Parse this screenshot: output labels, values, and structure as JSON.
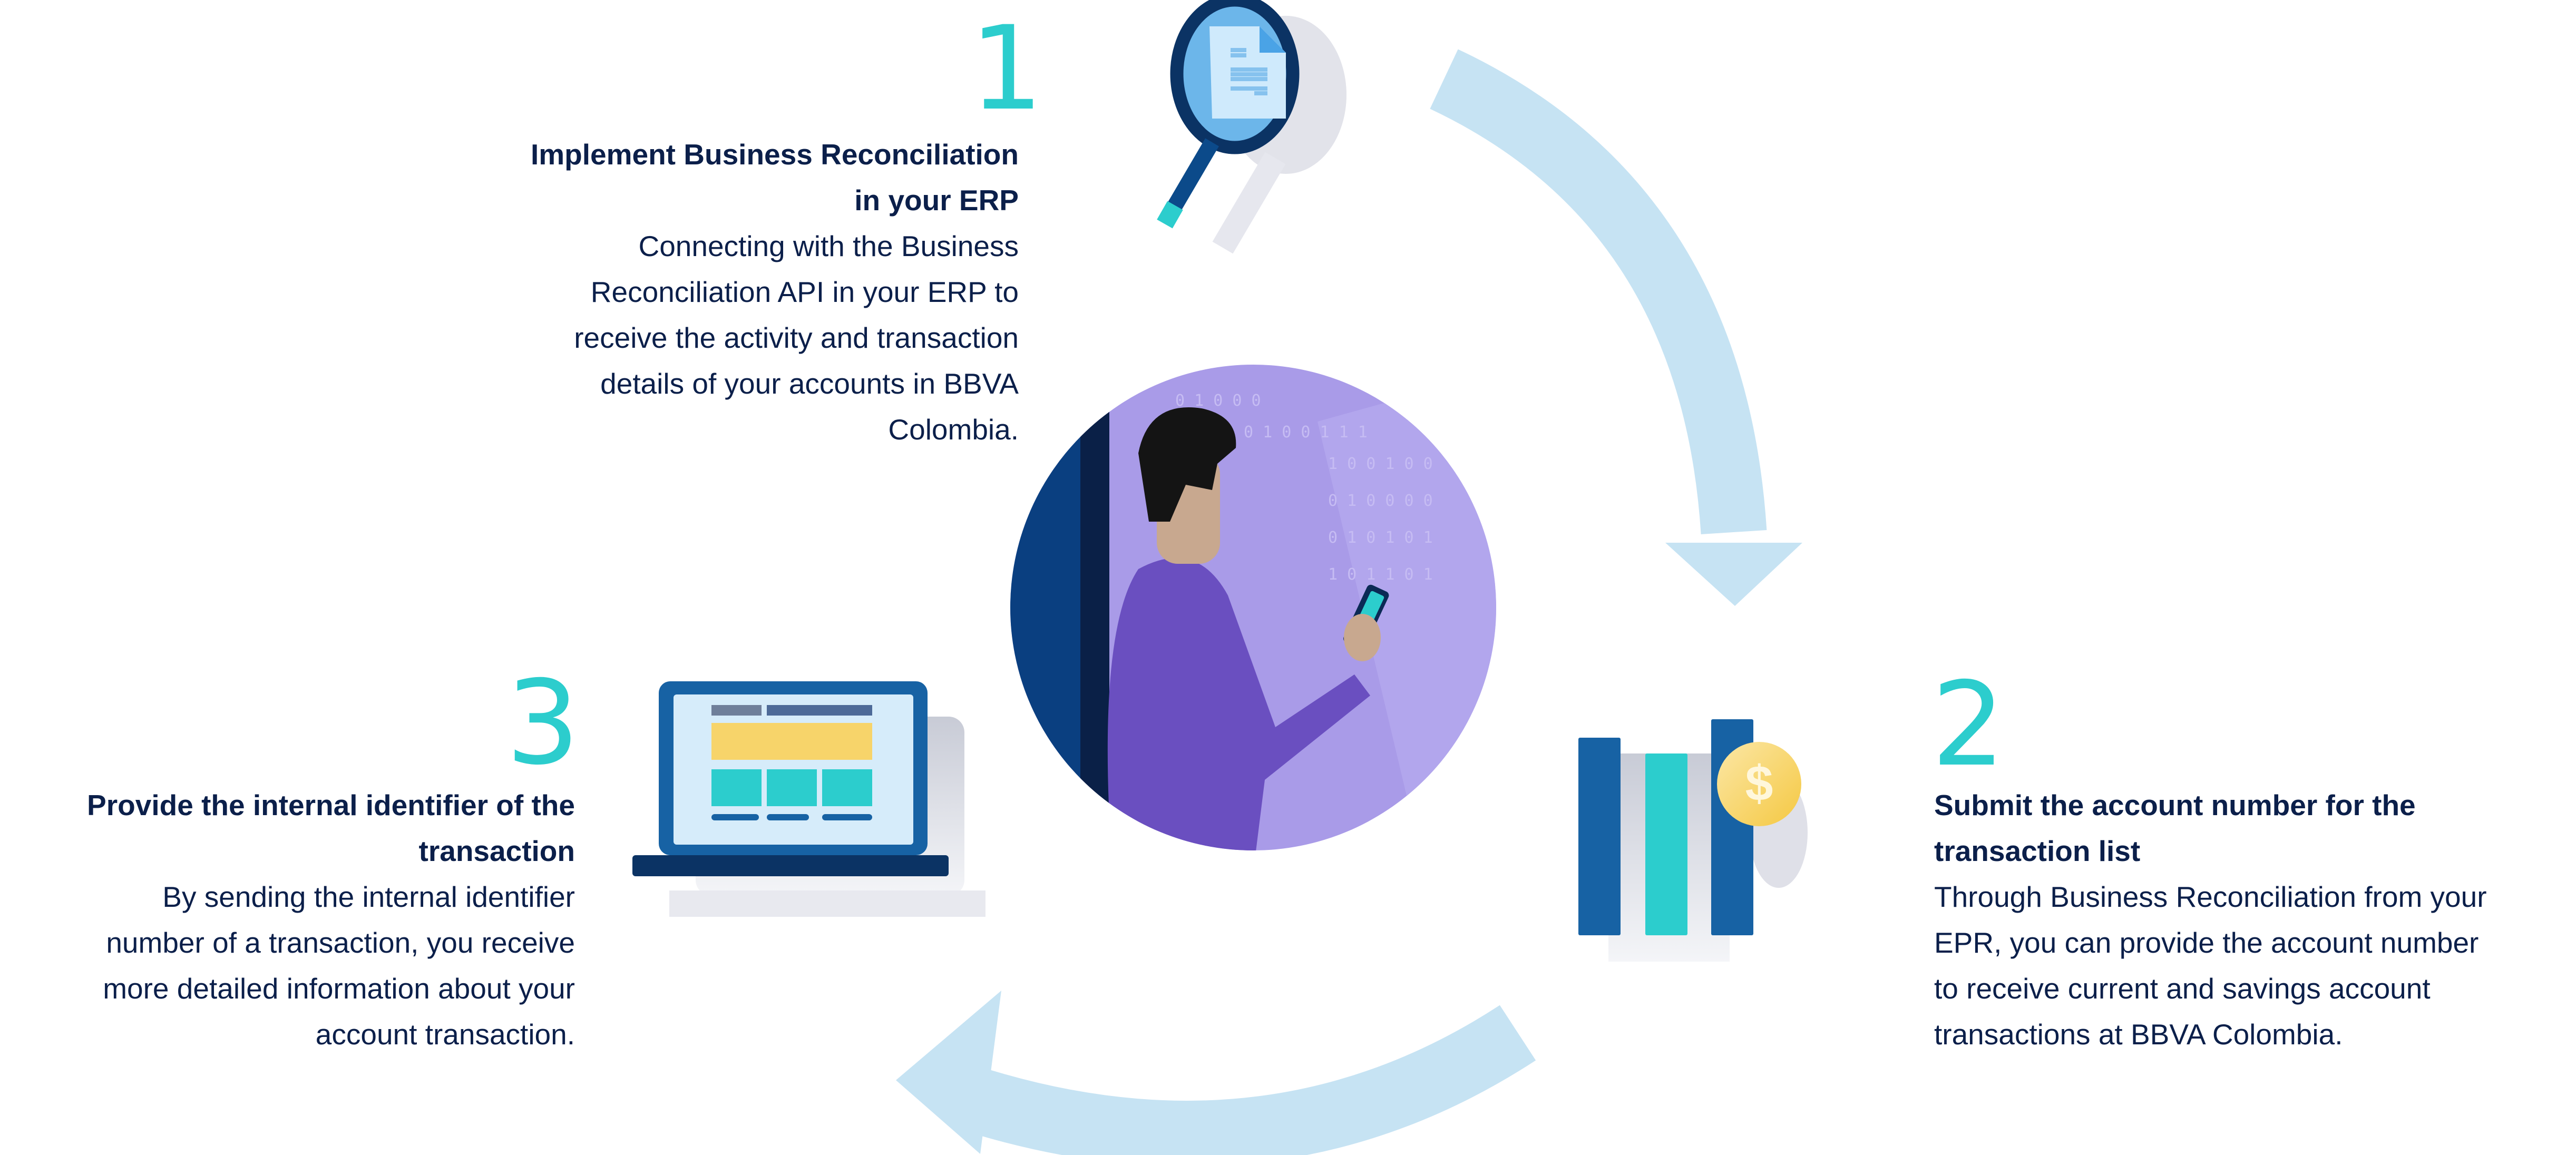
{
  "steps": [
    {
      "number": "1",
      "title_lines": [
        "Implement Business Reconciliation",
        "in your ERP"
      ],
      "body_lines": [
        "Connecting with the Business",
        "Reconciliation API in your ERP to",
        "receive the activity and transaction",
        "details of your accounts in BBVA",
        "Colombia."
      ],
      "icon": "magnifier-document-icon"
    },
    {
      "number": "2",
      "title_lines": [
        "Submit the account number for the",
        "transaction list"
      ],
      "body_lines": [
        "Through Business Reconciliation from your",
        "EPR, you can provide the account number",
        "to receive current and savings account",
        "transactions at BBVA Colombia."
      ],
      "icon": "bar-chart-coin-icon",
      "coin_symbol": "$"
    },
    {
      "number": "3",
      "title_lines": [
        "Provide the internal identifier of the",
        "transaction"
      ],
      "body_lines": [
        "By sending the internal identifier",
        "number of a transaction, you receive",
        "more detailed information about your",
        "account transaction."
      ],
      "icon": "laptop-icon"
    }
  ],
  "colors": {
    "number": "#2ccdcd",
    "text": "#0b1f4a",
    "arrow": "#c6e3f3",
    "navy": "#0a3a7a",
    "circle_bg": "#a99be8"
  }
}
